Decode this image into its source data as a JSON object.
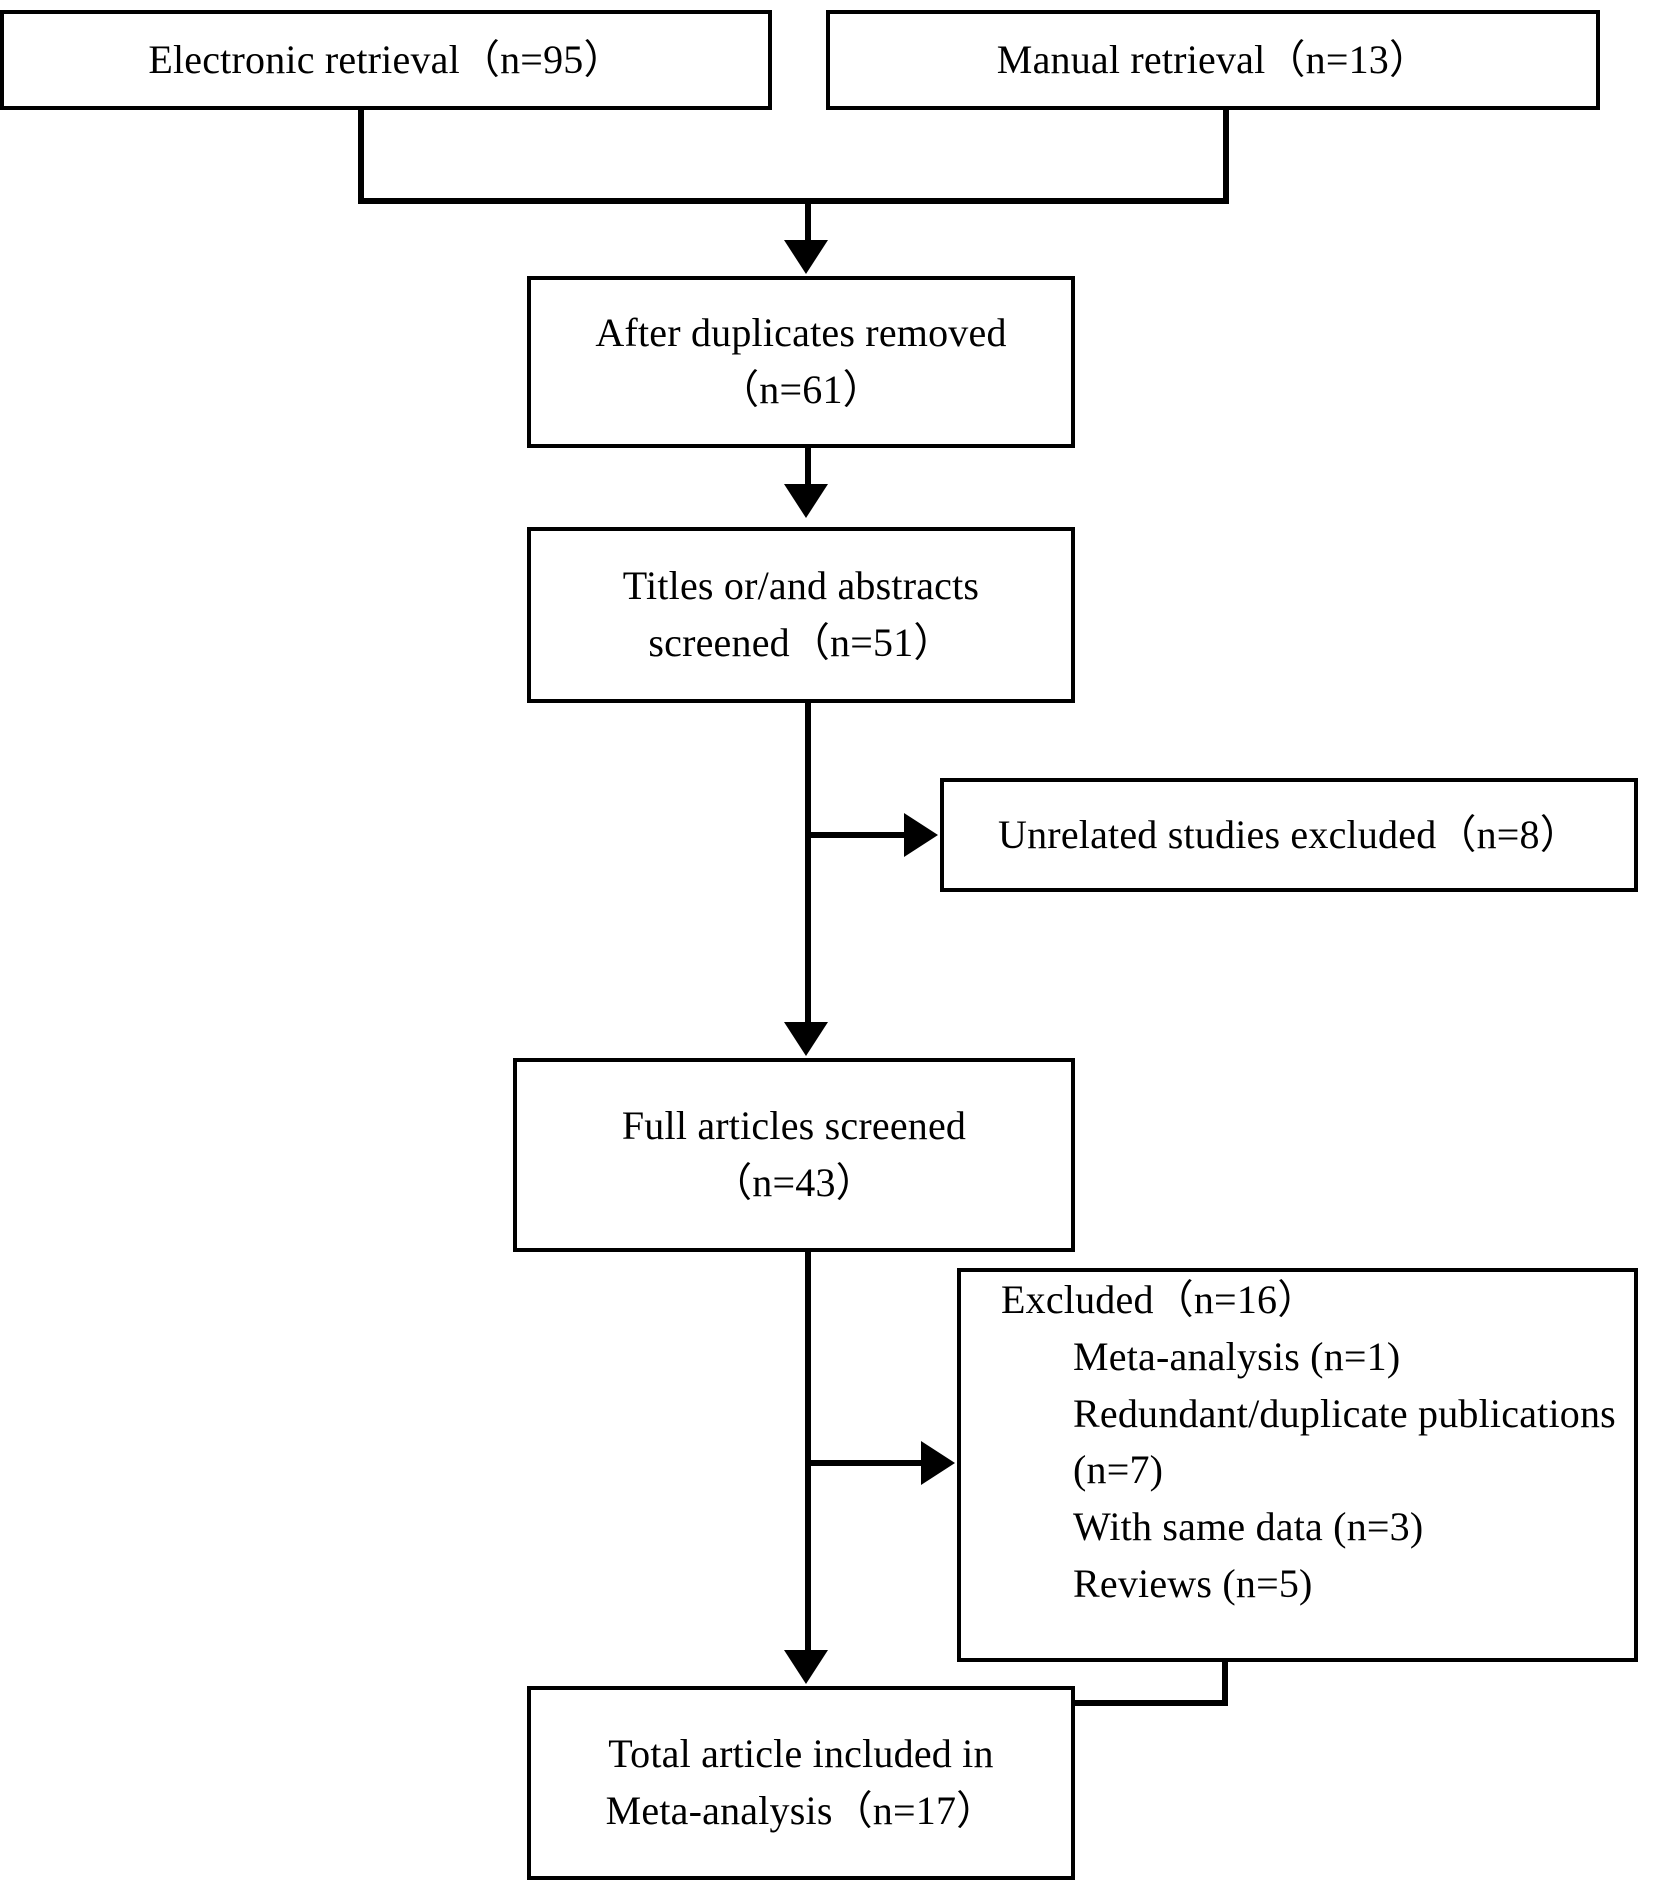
{
  "diagram": {
    "type": "prisma-flow-diagram",
    "boxes": {
      "electronic_retrieval": {
        "line1": "Electronic retrieval（n=95）"
      },
      "manual_retrieval": {
        "line1": "Manual retrieval（n=13）"
      },
      "after_duplicates_removed": {
        "line1": "After duplicates removed",
        "line2": "（n=61）"
      },
      "titles_abstracts_screened": {
        "line1": "Titles or/and abstracts",
        "line2": "screened（n=51）"
      },
      "unrelated_excluded": {
        "line1": "Unrelated studies excluded（n=8）"
      },
      "full_articles_screened": {
        "line1": "Full articles screened",
        "line2": "（n=43）"
      },
      "excluded": {
        "line1": "Excluded（n=16）",
        "line2": "Meta-analysis (n=1)",
        "line3": "Redundant/duplicate publications",
        "line4": "(n=7)",
        "line5": "With same data (n=3)",
        "line6": "Reviews (n=5)"
      },
      "total_included": {
        "line1": "Total article included in",
        "line2": "Meta-analysis（n=17）"
      }
    },
    "counts": {
      "electronic_retrieval": 95,
      "manual_retrieval": 13,
      "after_duplicates_removed": 61,
      "titles_abstracts_screened": 51,
      "unrelated_excluded": 8,
      "full_articles_screened": 43,
      "excluded_total": 16,
      "excluded_meta_analysis": 1,
      "excluded_redundant_duplicate": 7,
      "excluded_same_data": 3,
      "excluded_reviews": 5,
      "total_included": 17
    },
    "colors": {
      "line": "#000000",
      "box_fill": "#ffffff",
      "text": "#000000"
    }
  }
}
